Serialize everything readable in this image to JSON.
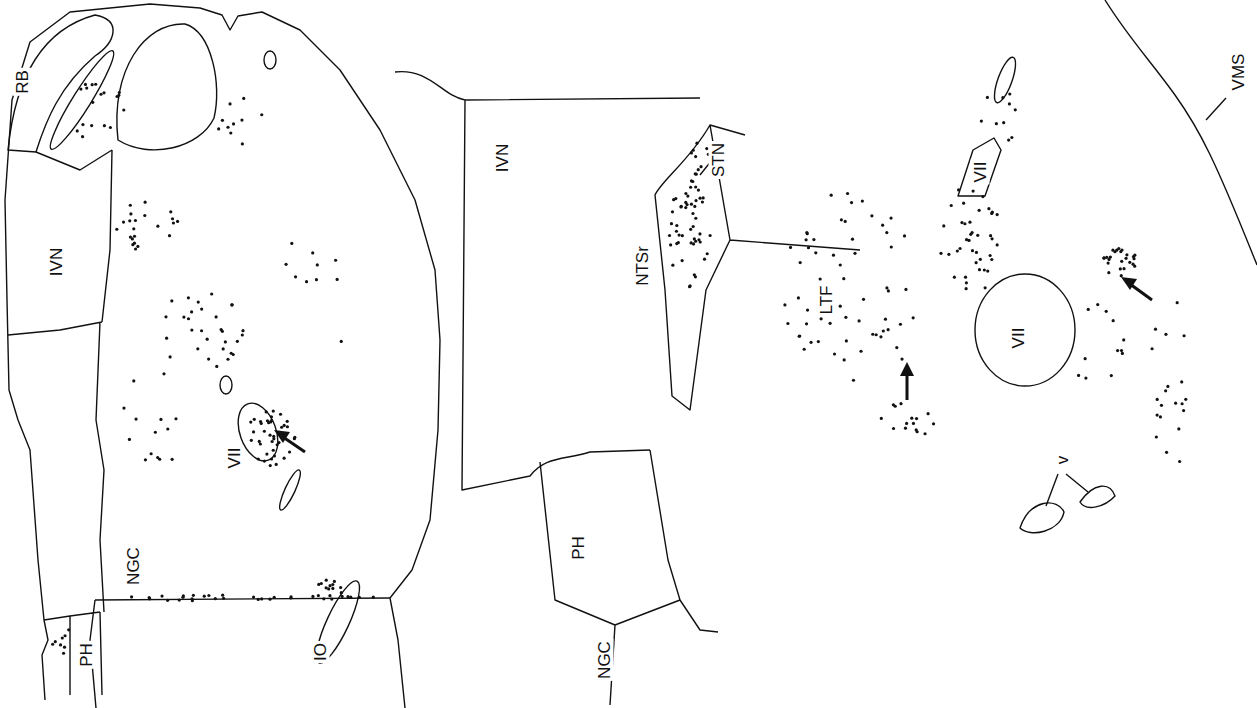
{
  "diagram": {
    "labels": [
      "RB",
      "IVN",
      "PH",
      "NGC",
      "VII",
      "IO",
      "IVN",
      "STN",
      "NTSr",
      "PH",
      "NGC",
      "LTF",
      "VII",
      "VII",
      "v",
      "VMS"
    ]
  }
}
